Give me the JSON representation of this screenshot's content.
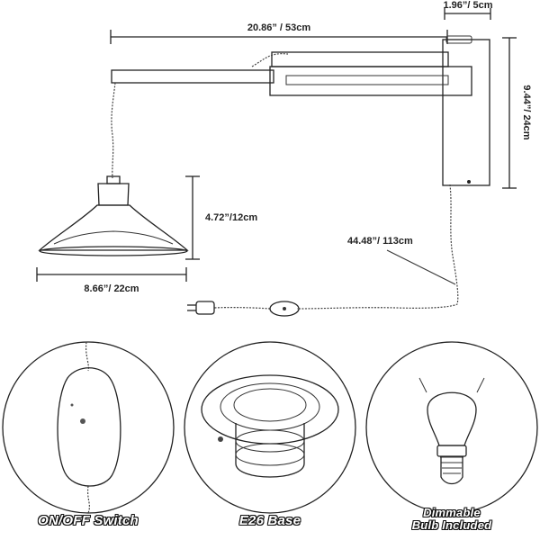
{
  "dimensions": {
    "arm_length": "20.86” / 53cm",
    "plate_width": "1.96”/ 5cm",
    "plate_height": "9.44”/ 24cm",
    "shade_height": "4.72”/12cm",
    "shade_diameter": "8.66”/ 22cm",
    "cord_length": "44.48”/ 113cm"
  },
  "callouts": [
    {
      "label": "ON/OFF Switch"
    },
    {
      "label_line1": "E26 Base"
    },
    {
      "label_line1": "Dimmable",
      "label_line2": "Bulb Included"
    }
  ]
}
